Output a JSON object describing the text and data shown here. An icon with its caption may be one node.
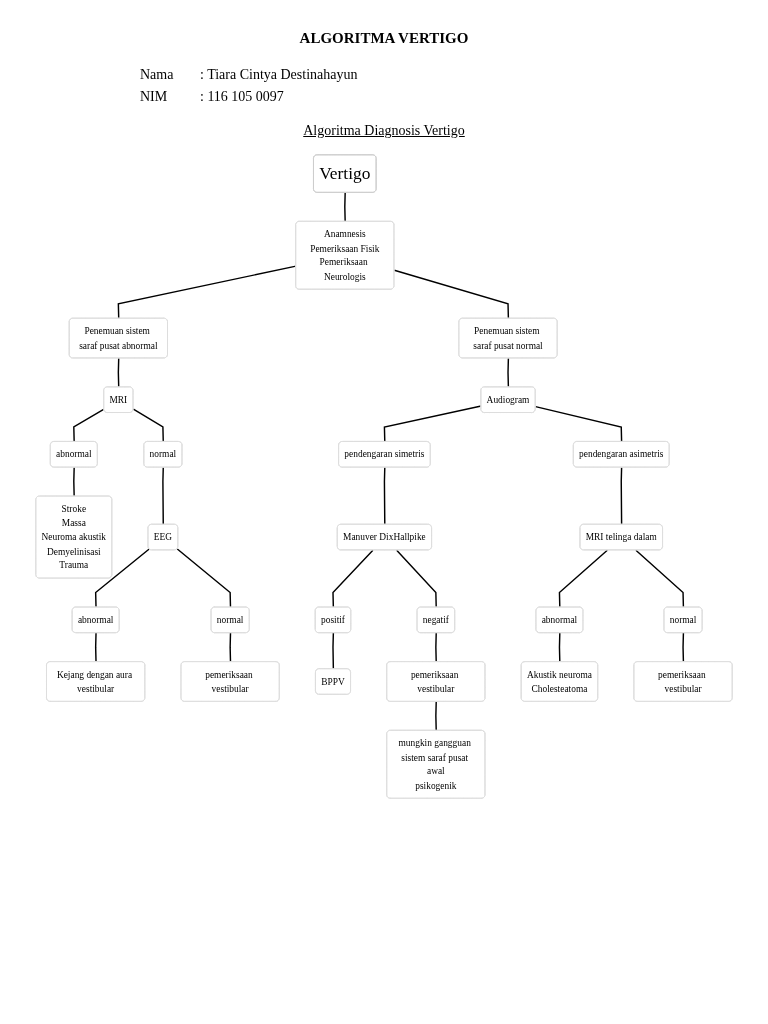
{
  "diagram": {
    "title": "ALGORITMA VERTIGO",
    "nodes": [
      {
        "text": [
          "Vertigo"
        ]
      },
      {
        "text": [
          "Anamnesis",
          "Pemeriksaan Fisik",
          "Pemeriksaan Neurologis"
        ]
      },
      {
        "text": [
          "Penemuan sistem saraf pusat abnormal"
        ]
      },
      {
        "text": [
          "Penemuan sistem saraf pusat normal"
        ]
      },
      {
        "text": [
          "MRI"
        ]
      },
      {
        "text": [
          "abnormal"
        ]
      },
      {
        "text": [
          "normal"
        ]
      },
      {
        "text": [
          "Stroke",
          "Massa",
          "Neuroma akustik",
          "Demyelinisasi",
          "Trauma"
        ]
      },
      {
        "text": [
          "EEG"
        ]
      },
      {
        "text": [
          "abnormal"
        ]
      },
      {
        "text": [
          "normal"
        ]
      },
      {
        "text": [
          "Kejang dengan aura vestibular"
        ]
      },
      {
        "text": [
          "pemeriksaan vestibular"
        ]
      },
      {
        "text": [
          "Audiogram"
        ]
      },
      {
        "text": [
          "pendengaran simetris"
        ]
      },
      {
        "text": [
          "pendengaran asimetris"
        ]
      },
      {
        "text": [
          "Manuver DixHallpike"
        ]
      },
      {
        "text": [
          "MRI telinga dalam"
        ]
      },
      {
        "text": [
          "positif"
        ]
      },
      {
        "text": [
          "negatif"
        ]
      },
      {
        "text": [
          "BPPV"
        ]
      },
      {
        "text": [
          "pemeriksaan vestibular"
        ]
      },
      {
        "text": [
          "mungkin gangguan sistem saraf pusat awal",
          "psikogenik"
        ]
      },
      {
        "text": [
          "abnormal"
        ]
      },
      {
        "text": [
          "normal"
        ]
      },
      {
        "text": [
          "Akustik neuroma",
          "Cholesteatoma"
        ]
      },
      {
        "text": [
          "pemeriksaan vestibular"
        ]
      }
    ],
    "edges": [
      {
        "from": 0,
        "to": 1,
        "arrow": "none"
      },
      {
        "from": 1,
        "to": 2,
        "arrow": "none"
      },
      {
        "from": 1,
        "to": 3,
        "arrow": "none"
      },
      {
        "from": 2,
        "to": 4,
        "arrow": "none"
      },
      {
        "from": 4,
        "to": 5,
        "arrow": "none"
      },
      {
        "from": 4,
        "to": 6,
        "arrow": "none"
      },
      {
        "from": 5,
        "to": 7,
        "arrow": "none"
      },
      {
        "from": 6,
        "to": 8,
        "arrow": "none"
      },
      {
        "from": 8,
        "to": 9,
        "arrow": "none"
      },
      {
        "from": 8,
        "to": 10,
        "arrow": "none"
      },
      {
        "from": 9,
        "to": 11,
        "arrow": "none"
      },
      {
        "from": 10,
        "to": 12,
        "arrow": "none"
      },
      {
        "from": 3,
        "to": 13,
        "arrow": "none"
      },
      {
        "from": 13,
        "to": 14,
        "arrow": "none"
      },
      {
        "from": 13,
        "to": 15,
        "arrow": "none"
      },
      {
        "from": 14,
        "to": 16,
        "arrow": "none"
      },
      {
        "from": 15,
        "to": 17,
        "arrow": "none"
      },
      {
        "from": 16,
        "to": 18,
        "arrow": "none"
      },
      {
        "from": 16,
        "to": 19,
        "arrow": "none"
      },
      {
        "from": 18,
        "to": 20,
        "arrow": "none"
      },
      {
        "from": 19,
        "to": 21,
        "arrow": "none"
      },
      {
        "from": 21,
        "to": 22,
        "arrow": "none"
      },
      {
        "from": 17,
        "to": 23,
        "arrow": "none"
      },
      {
        "from": 17,
        "to": 24,
        "arrow": "none"
      },
      {
        "from": 23,
        "to": 25,
        "arrow": "none"
      },
      {
        "from": 24,
        "to": 26,
        "arrow": "none"
      }
    ],
    "labels": [
      "Nama",
      ": Tiara Cintya Destinahayun",
      "NIM",
      ": 116 105 0097",
      "Algoritma Diagnosis Vertigo"
    ]
  }
}
